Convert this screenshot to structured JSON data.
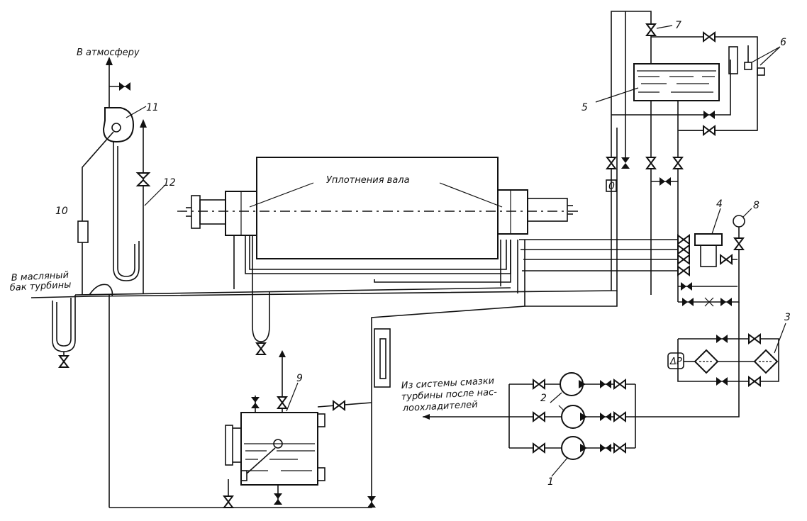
{
  "labels": {
    "atmosphere": "В атмосферу",
    "shaft_seals": "Уплотнения вала",
    "oil_tank_line1": "В масляный",
    "oil_tank_line2": "бак турбины",
    "lube_line1": "Из системы смазки",
    "lube_line2": "турбины после нас-",
    "lube_line3": "лоохладителей",
    "dp": "ΔP"
  },
  "numbers": {
    "n1": "1",
    "n2": "2",
    "n3": "3",
    "n4": "4",
    "n5": "5",
    "n6": "6",
    "n7": "7",
    "n8": "8",
    "n9": "9",
    "n10": "10",
    "n11": "11",
    "n12": "12"
  },
  "colors": {
    "line": "#111111",
    "background": "#ffffff"
  }
}
